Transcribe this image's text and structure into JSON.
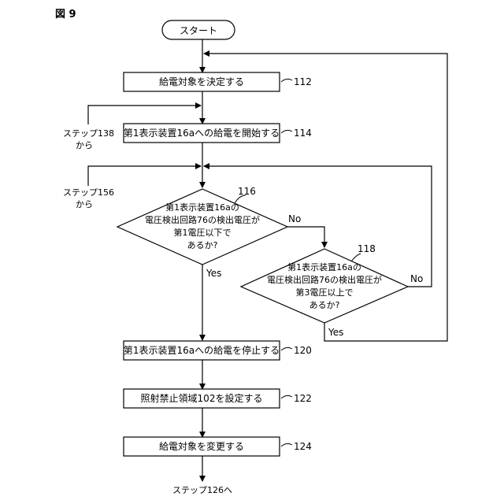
{
  "figure": {
    "label": "図 9"
  },
  "nodes": {
    "start": {
      "text": "スタート"
    },
    "s112": {
      "text": "給電対象を決定する",
      "ref": "112"
    },
    "s114": {
      "text": "第1表示装置16aへの給電を開始する",
      "ref": "114"
    },
    "d116": {
      "lines": [
        "第1表示装置16aの",
        "電圧検出回路76の検出電圧が",
        "第1電圧以下で",
        "あるか?"
      ],
      "ref": "116"
    },
    "d118": {
      "lines": [
        "第1表示装置16aの",
        "電圧検出回路76の検出電圧が",
        "第3電圧以上で",
        "あるか?"
      ],
      "ref": "118"
    },
    "s120": {
      "text": "第1表示装置16aへの給電を停止する",
      "ref": "120"
    },
    "s122": {
      "text": "照射禁止領域102を設定する",
      "ref": "122"
    },
    "s124": {
      "text": "給電対象を変更する",
      "ref": "124"
    }
  },
  "connectors": {
    "from138": {
      "lines": [
        "ステップ138",
        "から"
      ]
    },
    "from156": {
      "lines": [
        "ステップ156",
        "から"
      ]
    },
    "to126": {
      "text": "ステップ126へ"
    }
  },
  "edges": {
    "d116_yes": "Yes",
    "d116_no": "No",
    "d118_yes": "Yes",
    "d118_no": "No"
  }
}
